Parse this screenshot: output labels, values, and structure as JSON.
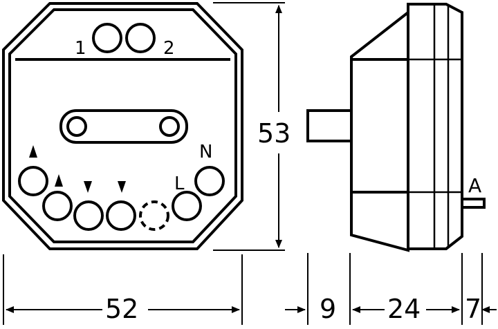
{
  "front_view": {
    "terminal_labels": {
      "t1": "1",
      "t2": "2",
      "neutral": "N",
      "live": "L"
    }
  },
  "side_view": {
    "part_label": "A"
  },
  "dimensions": {
    "height": "53",
    "width": "52",
    "depth_a": "9",
    "depth_b": "24",
    "depth_c": "7"
  },
  "colors": {
    "stroke": "#000000",
    "background": "#ffffff"
  }
}
